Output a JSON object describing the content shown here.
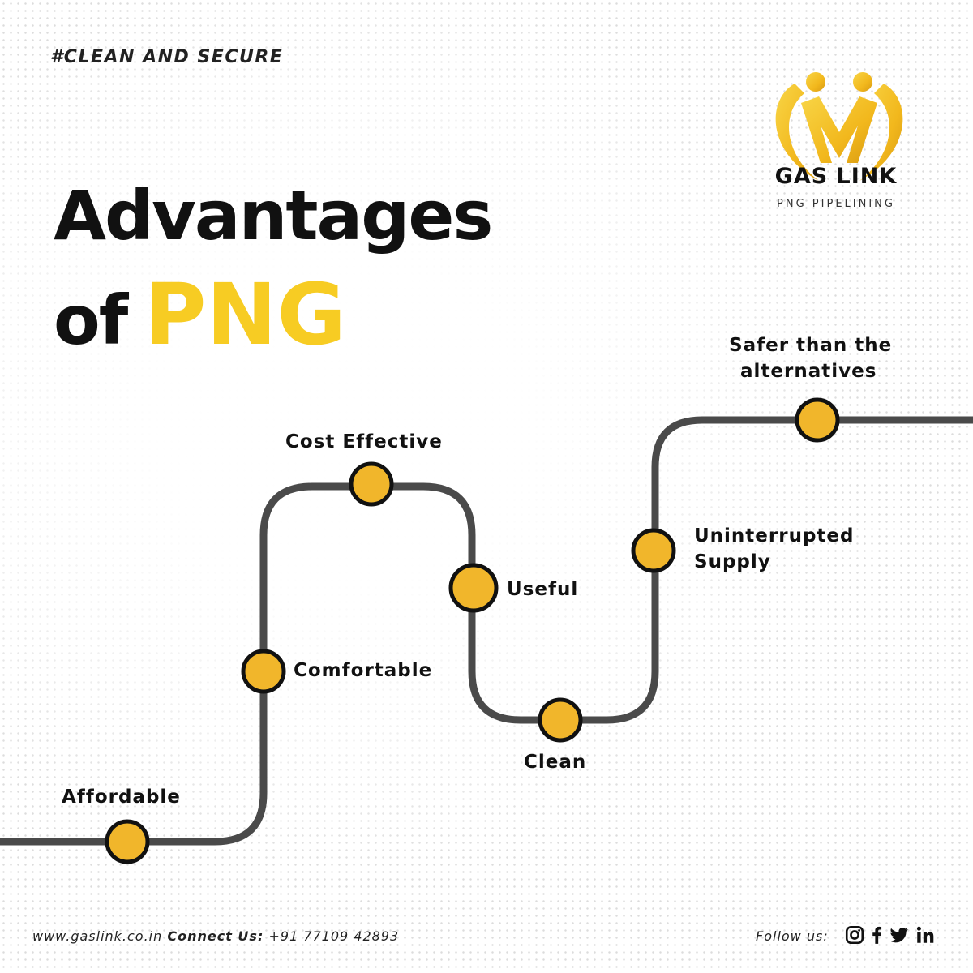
{
  "tagline": "#CLEAN AND SECURE",
  "title": {
    "line1": "Advantages",
    "line2_prefix": "of",
    "line2_highlight": "PNG"
  },
  "brand": {
    "name": "GAS LINK",
    "subtitle": "PNG PIPELINING",
    "logo_letter": "M"
  },
  "colors": {
    "accent": "#f7cc23",
    "node": "#f1b62b",
    "pipe": "#4a4a4a",
    "text": "#111111"
  },
  "advantages": [
    {
      "label": "Affordable"
    },
    {
      "label": "Comfortable"
    },
    {
      "label": "Cost Effective"
    },
    {
      "label": "Useful"
    },
    {
      "label": "Clean"
    },
    {
      "label": "Uninterrupted",
      "label2": "Supply"
    },
    {
      "label": "Safer than the",
      "label2": "alternatives"
    }
  ],
  "footer": {
    "website": "www.gaslink.co.in",
    "connect_label": "Connect Us:",
    "phone": "+91 77109 42893",
    "follow_label": "Follow us:",
    "social_icons": [
      "instagram-icon",
      "facebook-icon",
      "twitter-icon",
      "linkedin-icon"
    ]
  }
}
